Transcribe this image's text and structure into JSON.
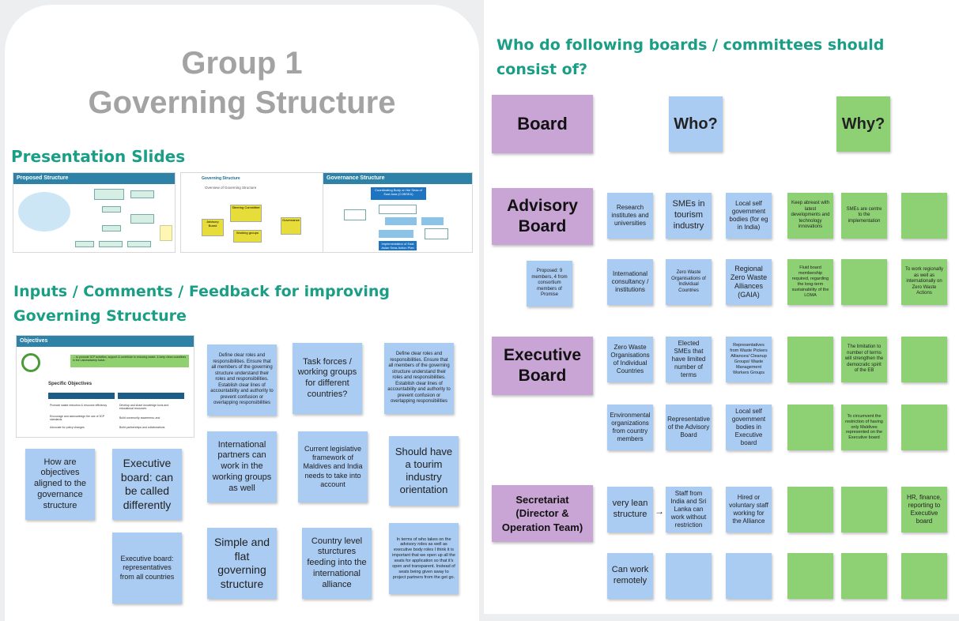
{
  "left": {
    "title_line1": "Group 1",
    "title_line2": "Governing Structure",
    "presentation_heading": "Presentation Slides",
    "slides": [
      {
        "title": "Proposed Structure"
      },
      {
        "title": "Governing Structure",
        "subtitle": "Overview of Governing Structure",
        "boxes": [
          "Steering Committee",
          "Advisory Board",
          "Governance",
          "Working groups"
        ]
      },
      {
        "title": "Governance Structure",
        "boxes": [
          "Coordinating Body on the Seas of East Asia (COBSEA)",
          "Implementation of East Asian Seas Action Plan"
        ]
      }
    ],
    "inputs_heading_line1": "Inputs / Comments / Feedback for improving",
    "inputs_heading_line2": "Governing Structure",
    "objectives_slide": {
      "title": "Objectives",
      "banner": "... to promote 3CP activities, support & contribute to reducing waste, & keep clean coastlines in the Lakshadweep basin.",
      "subheading": "Specific Objectives",
      "items": [
        "Promote waste reduction & resource efficiency",
        "Develop and share knowledge tools and educational resources",
        "Encourage and acknowledge the use of 3CP standards",
        "Build community awareness; and",
        "Advocate for policy changes",
        "Build partnerships and collaborations"
      ]
    },
    "notes": [
      "Define clear roles and responsibilities. Ensure that all members of the governing structure understand their roles and responsibilities. Establish clear lines of accountability and authority to prevent confusion or overlapping responsibilities",
      "Task forces / working groups for different countries?",
      "Define clear roles and responsibilities. Ensure that all members of the governing structure understand their roles and responsibilities. Establish clear lines of accountability and authority to prevent confusion or overlapping responsibilities",
      "International partners can work in the working groups as well",
      "Current legislative framework of Maldives and India needs to take into account",
      "Should have a tourim industry orientation",
      "How are objectives aligned to the governance structure",
      "Executive board: can be called differently",
      "Executive board: representatives from all countries",
      "Simple and flat governing structure",
      "Country level sturctures feeding into the international alliance",
      "In terms of who takes on the advisory roles as well as executive body roles I think it is important that we open up all the seats for application so that it's open and transparent. Instead of seats being given away to project partners from the get go."
    ]
  },
  "right": {
    "heading_line1": "Who do following boards / committees should",
    "heading_line2": "consist of?",
    "col_board": "Board",
    "col_who": "Who?",
    "col_why": "Why?",
    "advisory": {
      "label": "Advisory Board",
      "proposed": "Proposed: 9 members, 4 from consortium members of Promise",
      "who_row1": [
        "Research institutes and universities",
        "SMEs in tourism industry",
        "Local self government bodies (for eg in India)"
      ],
      "why_row1": [
        "Keep abreast with latest developments and technology innovations",
        "SMEs are centre to the implementation",
        ""
      ],
      "who_row2": [
        "International consultancy / institutions",
        "Zero Waste Organisations of Individual Countries",
        "Regional Zero Waste Alliances (GAIA)"
      ],
      "why_row2": [
        "Fluid board membership required, regarding the long-term sustainability of the LOMA",
        "",
        "To work regionally as well as internationally on Zero Waste Actions"
      ]
    },
    "executive": {
      "label": "Executive Board",
      "who_row1": [
        "Zero Waste Organisations of Individual Countries",
        "Elected SMEs that have limited number of terms",
        "Representatives from Waste Pickers Alliances/ Cleanup Groups/ Waste Management Workers Groups"
      ],
      "why_row1": [
        "",
        "The limitation to number of terms will strengthen the democratic spirit of the EB",
        ""
      ],
      "who_row2": [
        "Environmental organizations from country members",
        "Representative of the Advisory Board",
        "Local self government bodies in Executive board"
      ],
      "why_row2": [
        "",
        "To circumvent the restriction of having only Maldives represented on the Executive board",
        ""
      ]
    },
    "secretariat": {
      "label": "Secretariat (Director & Operation Team)",
      "who_row1": [
        "very lean structure",
        "Staff from India and Sri Lanka can work without restriction",
        "Hired or voluntary staff working for the Alliance"
      ],
      "arrow": "→",
      "why_row1": [
        "",
        "",
        "HR, finance, reporting to Executive board"
      ],
      "who_row2": [
        "Can work remotely",
        "",
        ""
      ],
      "why_row2": [
        "",
        "",
        ""
      ]
    }
  },
  "colors": {
    "accent": "#1a9e86",
    "sticky_blue": "#aacbf2",
    "sticky_green": "#8ed174",
    "sticky_purple": "#c9a5d6"
  }
}
